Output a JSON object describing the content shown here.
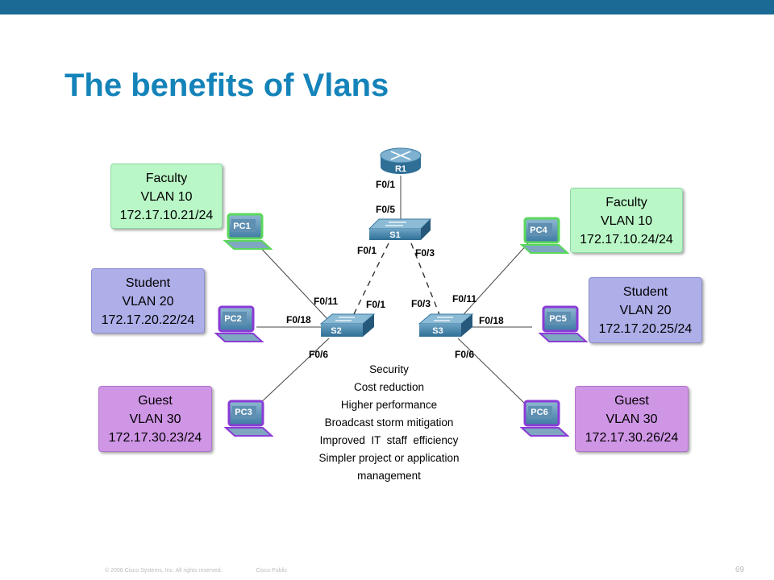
{
  "title": "The benefits of Vlans",
  "routers": [
    {
      "label": "R1"
    }
  ],
  "switches": [
    {
      "label": "S1"
    },
    {
      "label": "S2"
    },
    {
      "label": "S3"
    }
  ],
  "pcs": [
    {
      "label": "PC1"
    },
    {
      "label": "PC2"
    },
    {
      "label": "PC3"
    },
    {
      "label": "PC4"
    },
    {
      "label": "PC5"
    },
    {
      "label": "PC6"
    }
  ],
  "ports": {
    "r1_f01": "F0/1",
    "s1_f05": "F0/5",
    "s1_f01": "F0/1",
    "s1_f03": "F0/3",
    "s2_f011": "F0/11",
    "s2_f01": "F0/1",
    "s2_f018": "F0/18",
    "s2_f06": "F0/6",
    "s3_f03": "F0/3",
    "s3_f011": "F0/11",
    "s3_f018": "F0/18",
    "s3_f06": "F0/6"
  },
  "vlan_boxes": [
    {
      "name": "Faculty",
      "vlan": "VLAN 10",
      "ip": "172.17.10.21/24"
    },
    {
      "name": "Student",
      "vlan": "VLAN 20",
      "ip": "172.17.20.22/24"
    },
    {
      "name": "Guest",
      "vlan": "VLAN 30",
      "ip": "172.17.30.23/24"
    },
    {
      "name": "Faculty",
      "vlan": "VLAN 10",
      "ip": "172.17.10.24/24"
    },
    {
      "name": "Student",
      "vlan": "VLAN 20",
      "ip": "172.17.20.25/24"
    },
    {
      "name": "Guest",
      "vlan": "VLAN 30",
      "ip": "172.17.30.26/24"
    }
  ],
  "benefits": [
    "Security",
    "Cost reduction",
    "Higher performance",
    "Broadcast storm mitigation",
    "Improved  IT  staff  efficiency",
    "Simpler project or application",
    "management"
  ],
  "footer": {
    "copyright": "© 2006 Cisco Systems, Inc. All rights reserved.",
    "classification": "Cisco Public",
    "page": "69"
  },
  "colors": {
    "topbar": "#1b6a96",
    "title": "#1483b9",
    "faculty": "#b9f7c6",
    "student": "#aeaee9",
    "guest": "#d096e6",
    "device": "#2f6f96",
    "pc_glow_green": "#5bd85b",
    "pc_glow_purple": "#8a3bd6"
  }
}
